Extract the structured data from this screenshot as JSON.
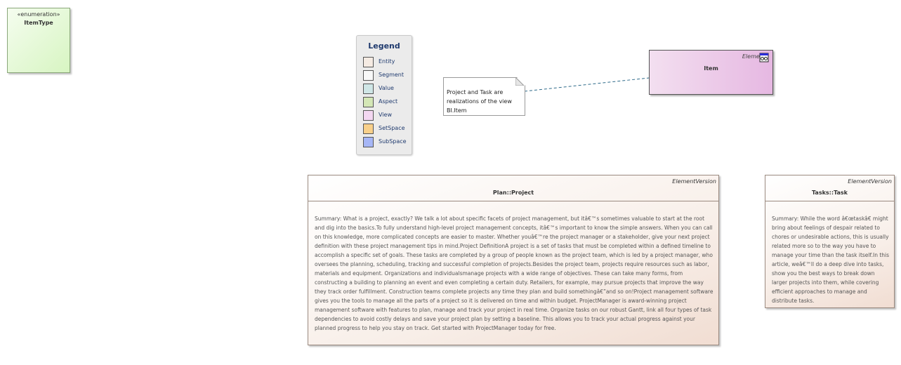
{
  "enumeration": {
    "stereotype": "«enumeration»",
    "name": "ItemType"
  },
  "legend": {
    "title": "Legend",
    "items": [
      {
        "label": "Entity",
        "color": "#f5ebe3"
      },
      {
        "label": "Segment",
        "color": "#f8f8f8"
      },
      {
        "label": "Value",
        "color": "#cfe6e6"
      },
      {
        "label": "Aspect",
        "color": "#d4e7b6"
      },
      {
        "label": "View",
        "color": "#f3d7f1"
      },
      {
        "label": "SetSpace",
        "color": "#f8d08a"
      },
      {
        "label": "SubSpace",
        "color": "#a6b6f6"
      }
    ]
  },
  "note": {
    "text": "Project and Task are realizations of the view BI.Item"
  },
  "item": {
    "stereotype": "Element",
    "name": "Item"
  },
  "plan": {
    "stereotype": "ElementVersion",
    "name": "Plan::Project",
    "summary": "Summary: What is a project, exactly? We talk a lot about specific facets of project management, but itâ€™s sometimes valuable to start at the root and dig into the basics.To fully understand high-level project management concepts, itâ€™s important to know the simple answers. When you can call on this knowledge, more complicated concepts are easier to master. Whether youâ€™re the project manager or a stakeholder, give your next project definition with these project management tips in mind.Project DefinitionA project is a set of tasks that must be completed within a defined timeline to accomplish a specific set of goals. These tasks are completed by a group of people known as the project team, which is led by a project manager, who oversees the planning, scheduling, tracking and successful completion of projects.Besides the project team, projects require resources such as labor, materials and equipment. Organizations and individualsmanage projects with a wide range of objectives. These can take many forms, from constructing a building to planning an event and even completing a certain duty. Retailers, for example, may pursue projects that improve the way they track order fulfillment. Construction teams complete projects any time they plan and build somethingâ€”and so on!Project management software gives you the tools to manage all the parts of a project so it is delivered on time and within budget. ProjectManager is award-winning project management software with features to plan, manage and track your project in real time. Organize tasks on our robust Gantt, link all four types of task dependencies to avoid costly delays and save your project plan by setting a baseline. This allows you to track your actual progress against your planned progress to help you stay on track. Get started with ProjectManager today for free."
  },
  "tasks": {
    "stereotype": "ElementVersion",
    "name": "Tasks::Task",
    "summary": "Summary: While the word â€œtaskâ€ might bring about feelings of despair related to chores or undesirable actions, this is usually related more so to the way you have to manage your time than the task itself.In this article, weâ€™ll do a deep dive into tasks, show you the best ways to break down larger projects into them, while covering efficient approaches to manage and distribute tasks."
  }
}
